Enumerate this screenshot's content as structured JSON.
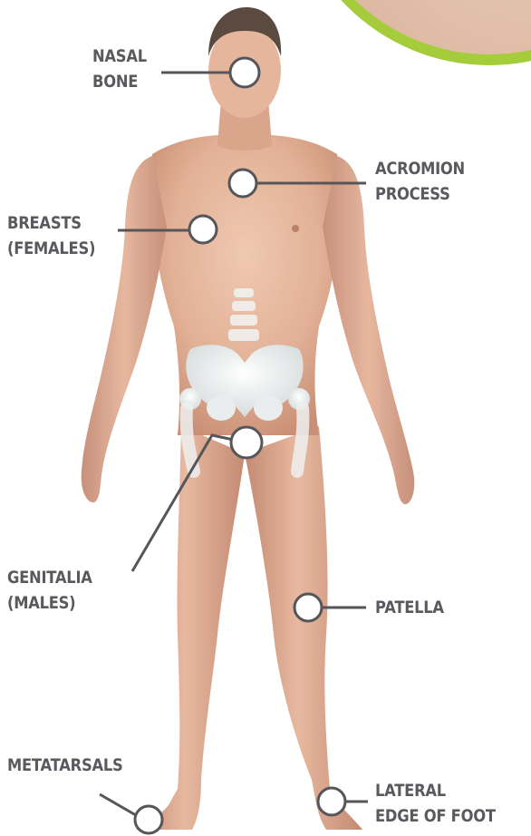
{
  "labels": {
    "nasal_bone": [
      "NASAL",
      "BONE"
    ],
    "acromion_process": [
      "ACROMION",
      "PROCESS"
    ],
    "breasts": [
      "BREASTS",
      "(FEMALES)"
    ],
    "genitalia": [
      "GENITALIA",
      "(MALES)"
    ],
    "patella": [
      "PATELLA"
    ],
    "metatarsals": [
      "METATARSALS"
    ],
    "lateral_edge_of_foot": [
      "LATERAL",
      "EDGE OF FOOT"
    ]
  },
  "colors": {
    "label_text": "#5a5a5e",
    "leader_line": "#55565a",
    "marker_fill": "#ffffff",
    "marker_stroke": "#55565a",
    "skin": "#e3b69c",
    "skin_shadow": "#c98f76",
    "bone": "#eef0f0",
    "hair": "#5b4a3f",
    "accent_green": "#a5cc3a"
  }
}
